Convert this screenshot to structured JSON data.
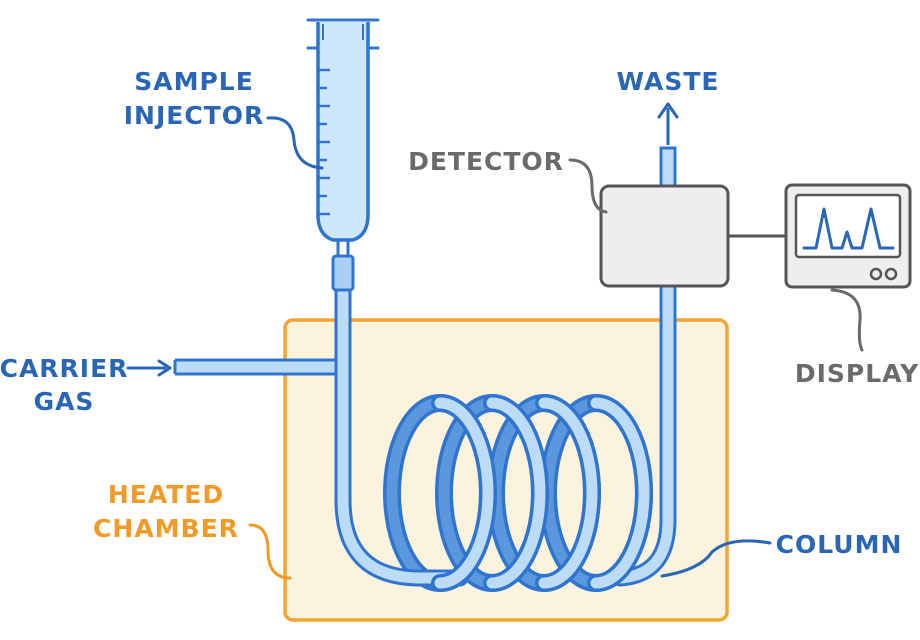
{
  "labels": {
    "sample_injector": [
      "SAMPLE",
      "INJECTOR"
    ],
    "carrier_gas": [
      "CARRIER",
      "GAS"
    ],
    "heated_chamber": [
      "HEATED",
      "CHAMBER"
    ],
    "waste": "WASTE",
    "detector": "DETECTOR",
    "display": "DISPLAY",
    "column": "COLUMN"
  },
  "colors": {
    "blue_label": "#2a66b6",
    "gray_label": "#6a6a6a",
    "orange_label": "#f29a28",
    "chamber_fill": "#fbf3dc",
    "chamber_stroke": "#f5a531",
    "tube_fill": "#bcdcf6",
    "tube_stroke": "#2f74cf",
    "device_fill": "#eeeeee",
    "device_stroke": "#555555"
  }
}
